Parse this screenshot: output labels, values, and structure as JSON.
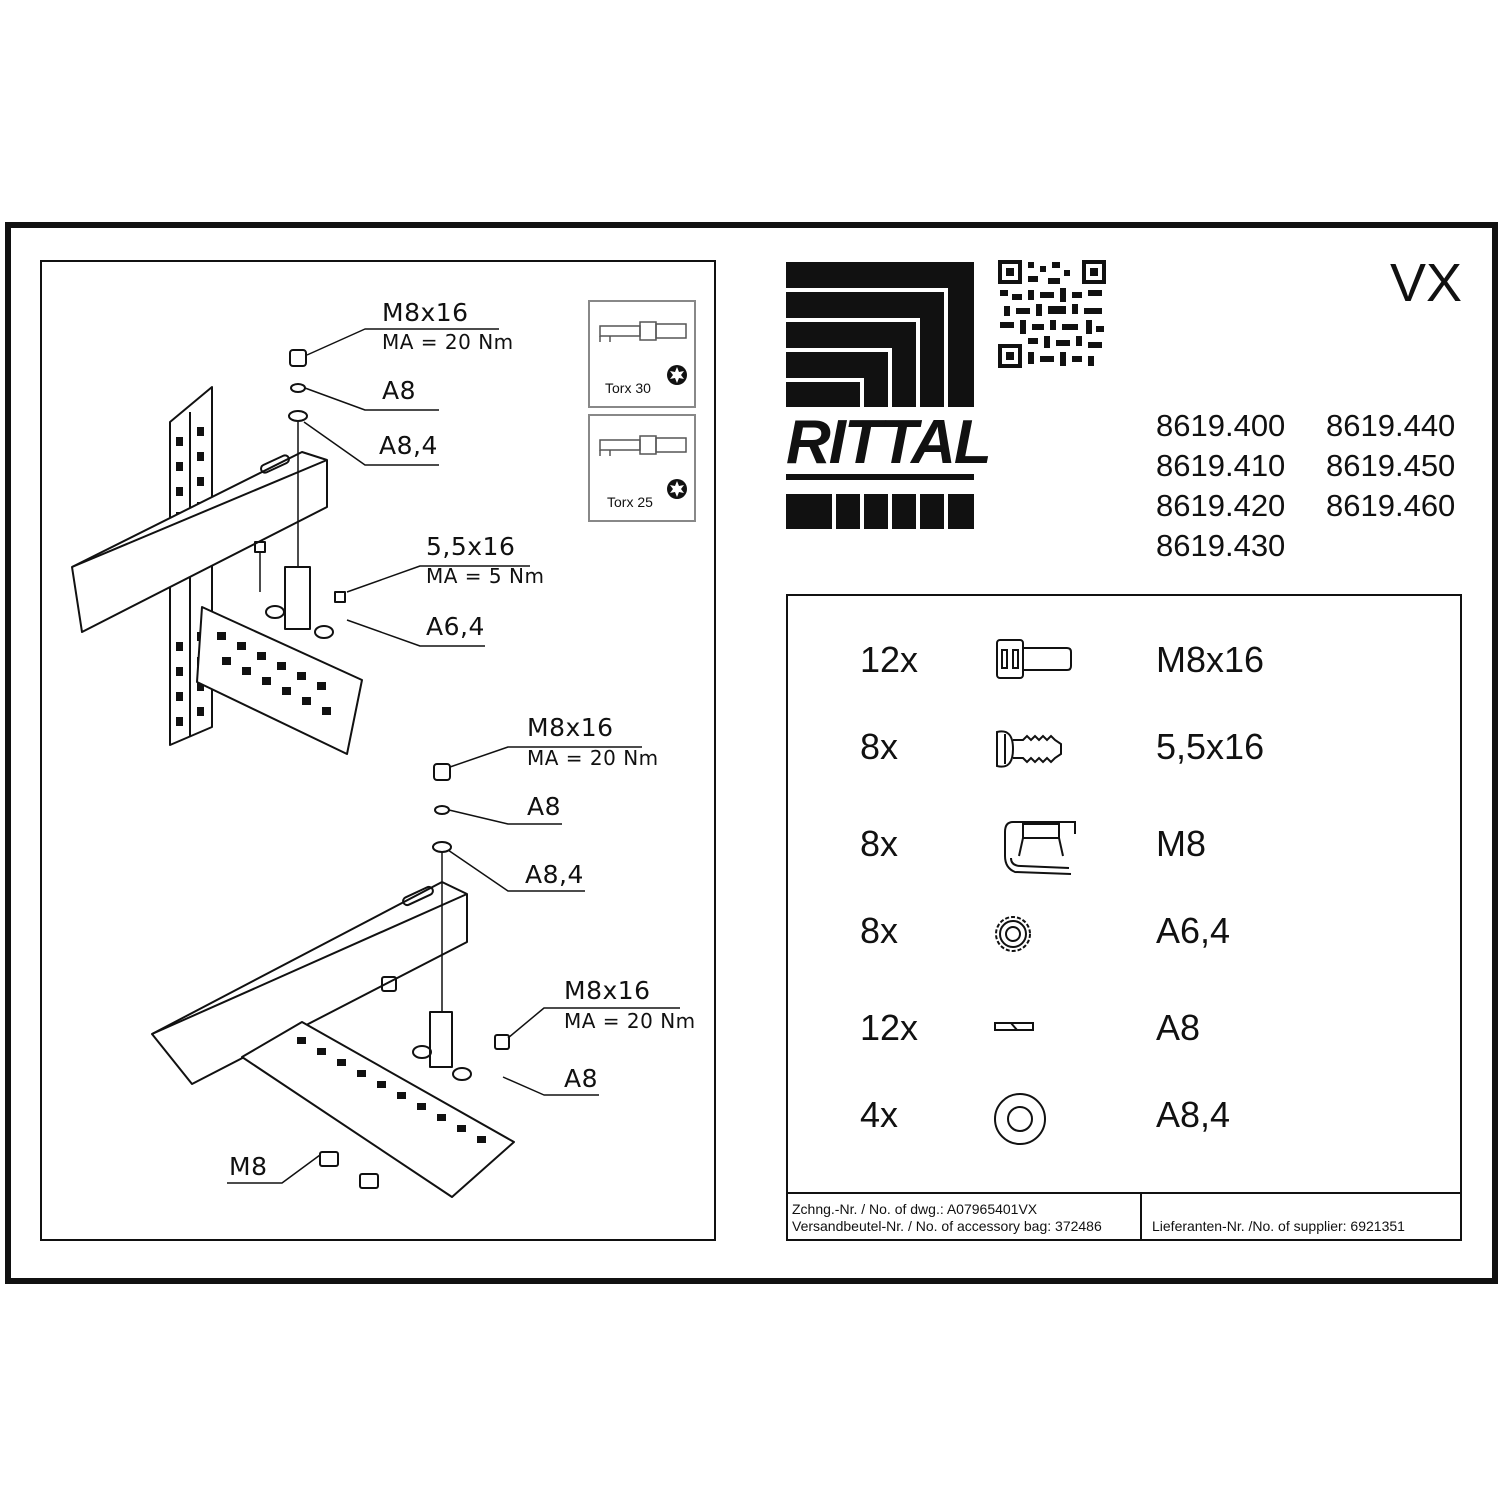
{
  "drawing": {
    "tools": [
      {
        "caption": "Torx 30"
      },
      {
        "caption": "Torx 25"
      }
    ],
    "callouts": [
      {
        "name": "M8x16",
        "torque": "MA = 20 Nm"
      },
      {
        "name": "A8"
      },
      {
        "name": "A8,4"
      },
      {
        "name": "5,5x16",
        "torque": "MA = 5 Nm"
      },
      {
        "name": "A6,4"
      },
      {
        "name": "M8x16",
        "torque": "MA = 20 Nm"
      },
      {
        "name": "A8"
      },
      {
        "name": "A8,4"
      },
      {
        "name": "M8x16",
        "torque": "MA = 20 Nm"
      },
      {
        "name": "A8"
      },
      {
        "name": "M8"
      }
    ]
  },
  "header": {
    "brand": "RITTAL",
    "series": "VX",
    "article_numbers": [
      "8619.400",
      "8619.410",
      "8619.420",
      "8619.430",
      "8619.440",
      "8619.450",
      "8619.460"
    ]
  },
  "parts": [
    {
      "qty": "12x",
      "icon": "cap-screw-icon",
      "name": "M8x16"
    },
    {
      "qty": "8x",
      "icon": "tapping-screw-icon",
      "name": "5,5x16"
    },
    {
      "qty": "8x",
      "icon": "cage-nut-icon",
      "name": "M8"
    },
    {
      "qty": "8x",
      "icon": "serrated-washer-icon",
      "name": "A6,4"
    },
    {
      "qty": "12x",
      "icon": "spring-washer-icon",
      "name": "A8"
    },
    {
      "qty": "4x",
      "icon": "flat-washer-icon",
      "name": "A8,4"
    }
  ],
  "footer": {
    "drawing_no": "Zchng.-Nr. / No. of dwg.: A07965401VX",
    "bag_no": "Versandbeutel-Nr. / No. of accessory bag: 372486",
    "supplier_no": "Lieferanten-Nr. /No. of supplier: 6921351"
  }
}
